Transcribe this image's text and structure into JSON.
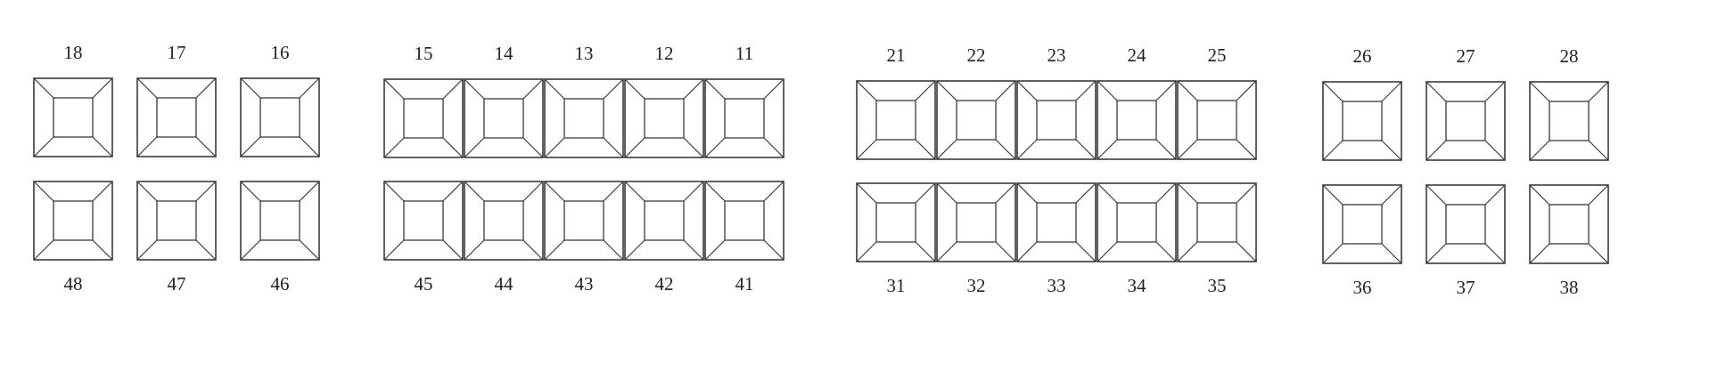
{
  "diagram": {
    "quadrants": [
      {
        "upper": [
          "18",
          "17",
          "16"
        ],
        "lower": [
          "48",
          "47",
          "46"
        ]
      },
      {
        "upper": [
          "15",
          "14",
          "13",
          "12",
          "11"
        ],
        "lower": [
          "45",
          "44",
          "43",
          "42",
          "41"
        ]
      },
      {
        "upper": [
          "21",
          "22",
          "23",
          "24",
          "25"
        ],
        "lower": [
          "31",
          "32",
          "33",
          "34",
          "35"
        ]
      },
      {
        "upper": [
          "26",
          "27",
          "28"
        ],
        "lower": [
          "36",
          "37",
          "38"
        ]
      }
    ],
    "colors": {
      "line": "#3a3a3a",
      "text": "#222222",
      "background": "#ffffff"
    }
  }
}
